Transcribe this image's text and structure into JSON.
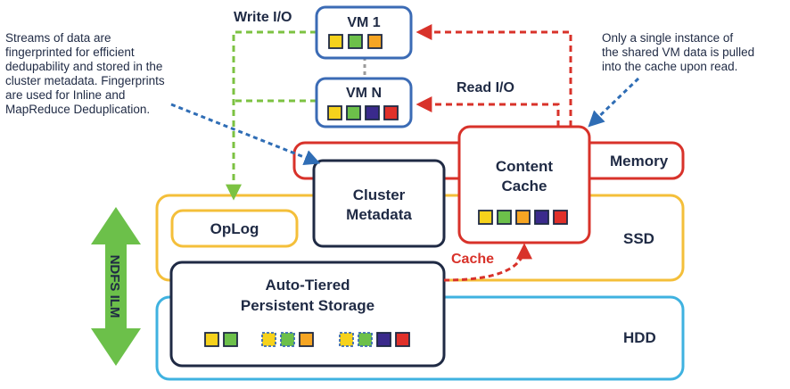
{
  "io": {
    "write": "Write I/O",
    "read": "Read I/O",
    "cache": "Cache"
  },
  "vms": [
    {
      "label": "VM 1",
      "blocks": [
        "yellow",
        "green",
        "orange"
      ]
    },
    {
      "label": "VM N",
      "blocks": [
        "yellow",
        "green",
        "navy",
        "red"
      ]
    }
  ],
  "annotations": {
    "left": [
      "Streams of data are",
      "fingerprinted for efficient",
      "dedupability and stored in the",
      "cluster metadata. Fingerprints",
      "are used for Inline and",
      "MapReduce Deduplication."
    ],
    "right": [
      "Only a single instance of",
      "the shared VM data is pulled",
      "into the cache upon read."
    ]
  },
  "tiers": {
    "memory": "Memory",
    "ssd": "SSD",
    "hdd": "HDD"
  },
  "components": {
    "oplog": "OpLog",
    "cluster_metadata": [
      "Cluster",
      "Metadata"
    ],
    "content_cache": [
      "Content",
      "Cache"
    ],
    "persistent_storage": [
      "Auto-Tiered",
      "Persistent Storage"
    ]
  },
  "ilm_label": "NDFS ILM",
  "colors": {
    "yellow": "#f6d21c",
    "green": "#6cc04a",
    "orange": "#f6a523",
    "navy": "#3a2a8c",
    "red": "#e0302a",
    "write_arrow": "#7cc242",
    "read_arrow": "#d8322a",
    "note_arrow": "#2f6db5",
    "vm_border": "#3b6bb5",
    "memory_border": "#d8322a",
    "ssd_border": "#f4bf3a",
    "hdd_border": "#3fb2e0",
    "box_border": "#1f2a44",
    "ilm_arrow": "#6cc04a"
  }
}
